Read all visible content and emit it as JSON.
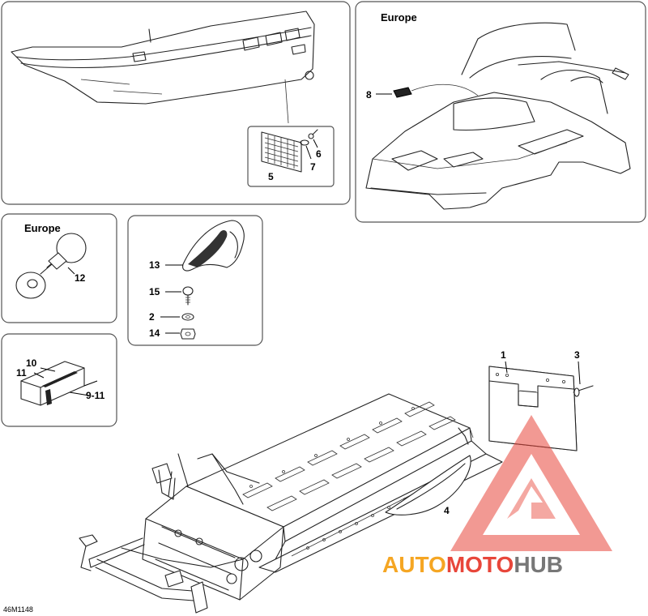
{
  "diagram_code": "46M1148",
  "regions": {
    "top_right": "Europe",
    "mid_left": "Europe"
  },
  "callouts": {
    "c1": "1",
    "c2": "2",
    "c3": "3",
    "c4": "4",
    "c5": "5",
    "c6": "6",
    "c7": "7",
    "c8": "8",
    "c9": "9-11",
    "c10": "10",
    "c11": "11",
    "c12": "12",
    "c13": "13",
    "c14": "14",
    "c15": "15"
  },
  "watermark": {
    "part1": "AUTO",
    "part2": "MOTO",
    "part3": "HUB"
  },
  "colors": {
    "wm_orange": "#f5a623",
    "wm_red": "#e8463a",
    "wm_grey": "#777777"
  }
}
